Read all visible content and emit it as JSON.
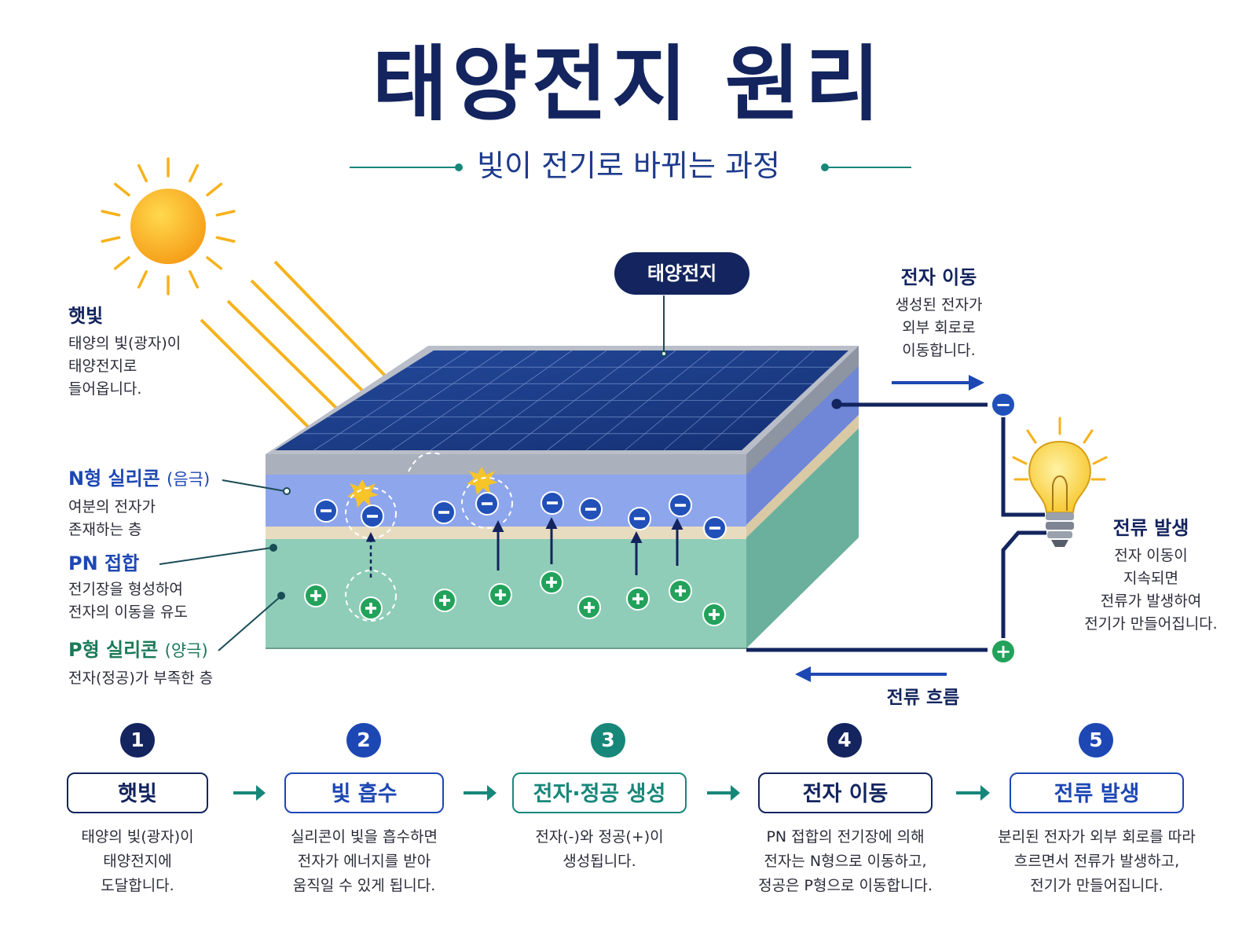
{
  "title": "태양전지 원리",
  "subtitle": "빛이 전기로 바뀌는 과정",
  "cell_label": "태양전지",
  "callouts": {
    "sunlight": {
      "heading": "햇빛",
      "lines": [
        "태양의 빛(광자)이",
        "태양전지로",
        "들어옵니다."
      ]
    },
    "n_type": {
      "heading": "N형 실리콘",
      "paren": "(음극)",
      "lines": [
        "여분의 전자가",
        "존재하는 층"
      ]
    },
    "pn_junction": {
      "heading": "PN 접합",
      "lines": [
        "전기장을 형성하여",
        "전자의 이동을 유도"
      ]
    },
    "p_type": {
      "heading": "P형 실리콘",
      "paren": "(양극)",
      "lines": [
        "전자(정공)가 부족한 층"
      ]
    },
    "electron_move": {
      "heading": "전자 이동",
      "lines": [
        "생성된 전자가",
        "외부 회로로",
        "이동합니다."
      ]
    },
    "current_gen": {
      "heading": "전류 발생",
      "lines": [
        "전자 이동이",
        "지속되면",
        "전류가 발생하여",
        "전기가 만들어집니다."
      ]
    }
  },
  "current_flow_label": "전류 흐름",
  "terminals": {
    "negative": "−",
    "positive": "+"
  },
  "steps": [
    {
      "number": "1",
      "title": "햇빛",
      "lines": [
        "태양의 빛(광자)이",
        "태양전지에",
        "도달합니다."
      ]
    },
    {
      "number": "2",
      "title": "빛 흡수",
      "lines": [
        "실리콘이 빛을 흡수하면",
        "전자가 에너지를 받아",
        "움직일 수 있게 됩니다."
      ]
    },
    {
      "number": "3",
      "title": "전자·정공 생성",
      "lines": [
        "전자(-)와 정공(+)이",
        "생성됩니다."
      ]
    },
    {
      "number": "4",
      "title": "전자 이동",
      "lines": [
        "PN 접합의 전기장에 의해",
        "전자는 N형으로 이동하고,",
        "정공은 P형으로 이동합니다."
      ]
    },
    {
      "number": "5",
      "title": "전류 발생",
      "lines": [
        "분리된 전자가 외부 회로를 따라",
        "흐르면서 전류가 발생하고,",
        "전기가 만들어집니다."
      ]
    }
  ],
  "colors": {
    "navy": "#13245e",
    "blue": "#1d47b3",
    "teal": "#17877a",
    "sun": "#f9a91b",
    "n_layer": "#8ea6ec",
    "p_layer": "#8fcdb8",
    "panel": "#1b3f8e"
  },
  "icons": [
    "sun-icon",
    "light-bulb-icon",
    "electron-icon",
    "hole-icon",
    "arrow-right-icon"
  ]
}
